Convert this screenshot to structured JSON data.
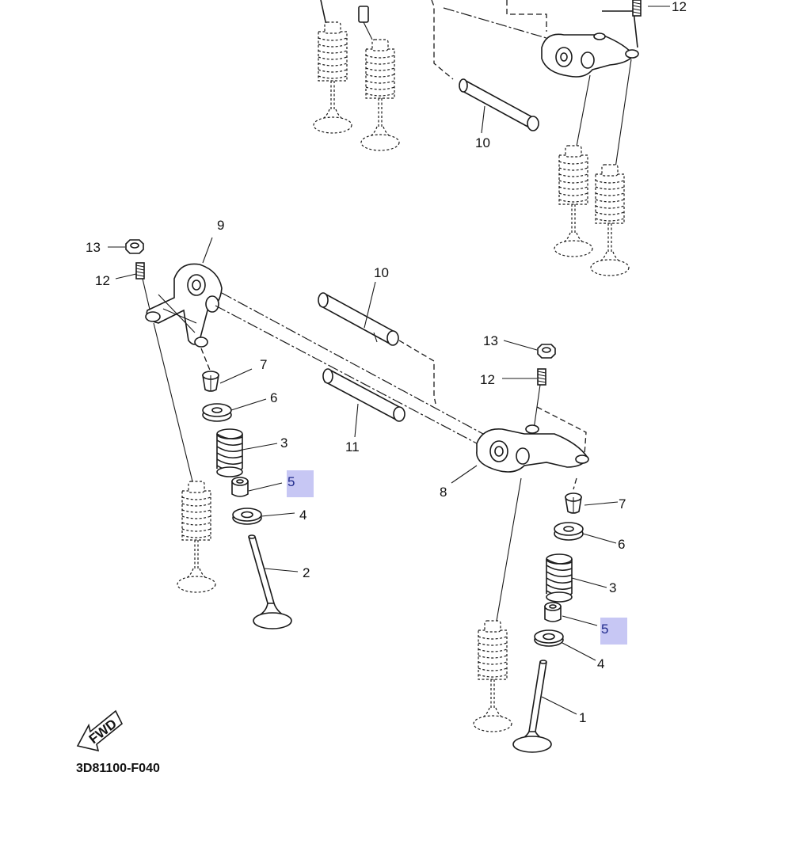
{
  "diagram_code": "3D81100-F040",
  "fwd_label": "FWD",
  "highlight_color": "#c7c7f4",
  "callouts": {
    "top_12": "12",
    "top_10": "10",
    "left_13": "13",
    "left_12": "12",
    "left_9": "9",
    "left_7": "7",
    "left_6": "6",
    "left_3": "3",
    "left_5": "5",
    "left_4": "4",
    "left_2": "2",
    "mid_10": "10",
    "mid_11": "11",
    "right_13": "13",
    "right_12": "12",
    "right_8": "8",
    "right_7": "7",
    "right_6": "6",
    "right_3": "3",
    "right_5": "5",
    "right_4": "4",
    "right_1": "1"
  }
}
